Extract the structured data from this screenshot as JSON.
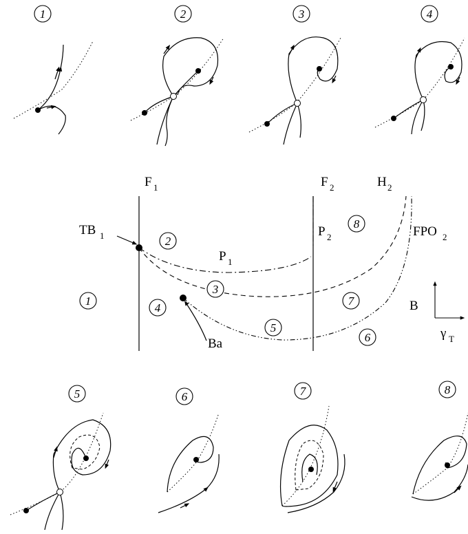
{
  "diagram": {
    "region_numbers": [
      "1",
      "2",
      "3",
      "4",
      "5",
      "6",
      "7",
      "8"
    ],
    "top_panels": [
      "1",
      "2",
      "3",
      "4"
    ],
    "bottom_panels": [
      "5",
      "6",
      "7",
      "8"
    ],
    "labels": {
      "F1": "F",
      "F1_sub": "1",
      "F2": "F",
      "F2_sub": "2",
      "H2": "H",
      "H2_sub": "2",
      "TB1": "TB",
      "TB1_sub": "1",
      "P1": "P",
      "P1_sub": "1",
      "P2": "P",
      "P2_sub": "2",
      "FPO2": "FPO",
      "FPO2_sub": "2",
      "Ba": "Ba",
      "B_axis": "B",
      "gamma_axis": "γ",
      "gamma_sub": "T"
    }
  }
}
